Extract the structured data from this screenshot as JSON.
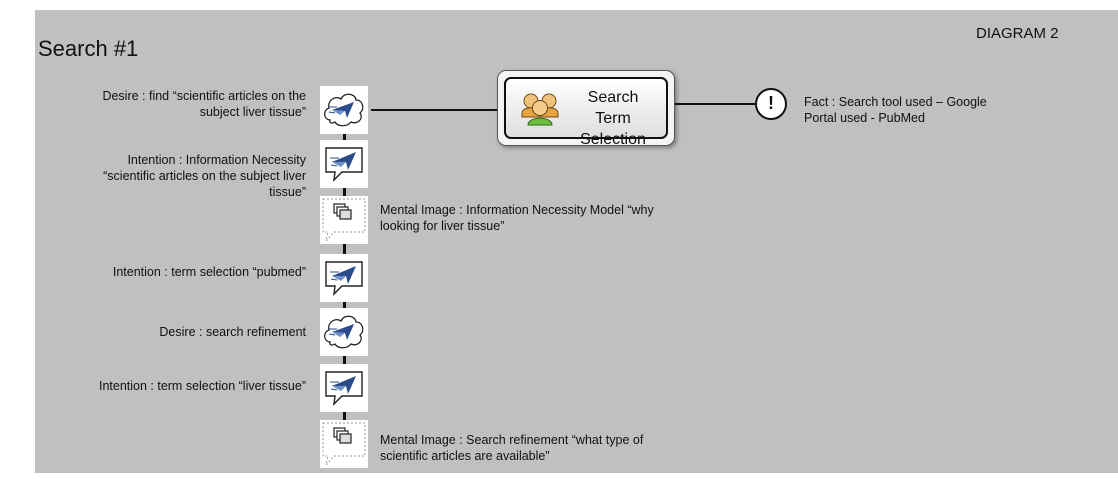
{
  "title": "Search #1",
  "diagram_label": "DIAGRAM 2",
  "central_node": {
    "line1": "Search Term",
    "line2": "Selection",
    "icon": "people-group-icon"
  },
  "fact": {
    "icon": "exclamation-icon",
    "line1": "Fact : Search tool used – Google",
    "line2": "Portal used - PubMed"
  },
  "steps": [
    {
      "type": "desire",
      "icon": "thought-cloud-icon",
      "lines": [
        "Desire : find “scientific articles on the",
        "subject liver tissue”"
      ]
    },
    {
      "type": "intention",
      "icon": "speech-bubble-arrow-icon",
      "lines": [
        "Intention : Information Necessity",
        "“scientific articles on the subject liver",
        "tissue”"
      ]
    },
    {
      "type": "mental-image",
      "icon": "mental-image-icon",
      "lines": [
        "Mental Image : Information Necessity Model “why",
        "looking for liver tissue”"
      ]
    },
    {
      "type": "intention",
      "icon": "speech-bubble-arrow-icon",
      "lines": [
        "Intention : term selection “pubmed”"
      ]
    },
    {
      "type": "desire",
      "icon": "thought-cloud-icon",
      "lines": [
        "Desire : search refinement"
      ]
    },
    {
      "type": "intention",
      "icon": "speech-bubble-arrow-icon",
      "lines": [
        "Intention : term selection “liver tissue”"
      ]
    },
    {
      "type": "mental-image",
      "icon": "mental-image-icon",
      "lines": [
        "Mental Image : Search refinement “what type of",
        "scientific articles are available”"
      ]
    }
  ]
}
